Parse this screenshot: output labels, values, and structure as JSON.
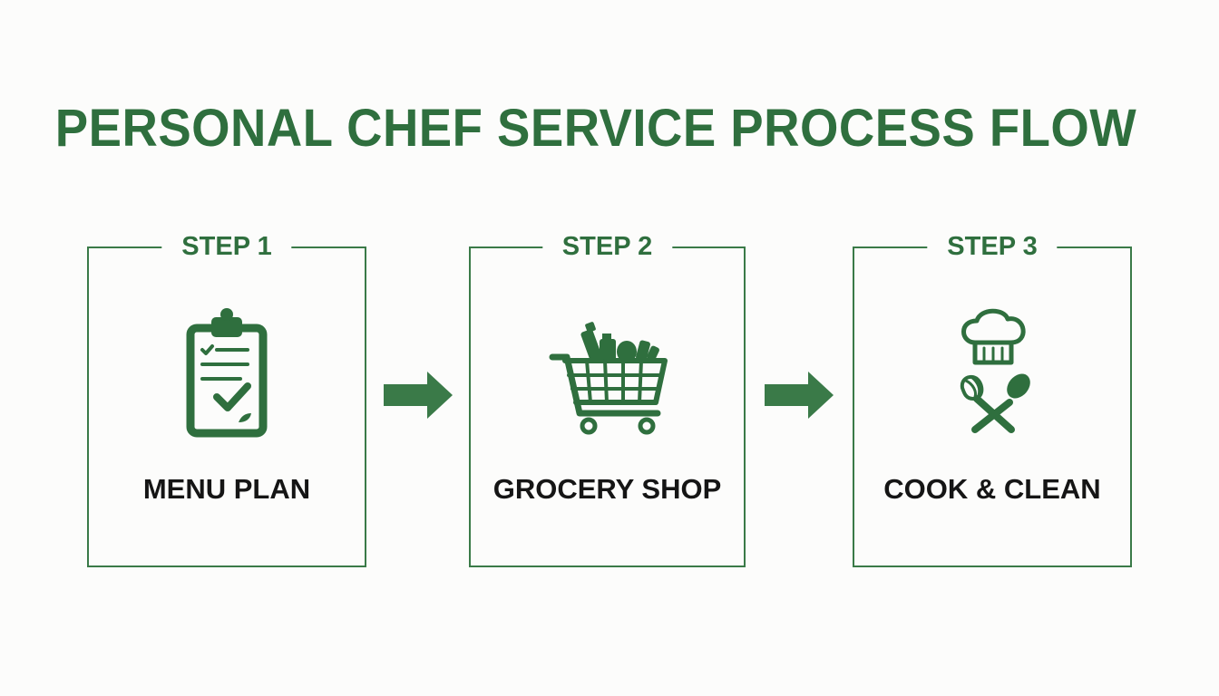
{
  "title": "PERSONAL CHEF SERVICE PROCESS FLOW",
  "colors": {
    "accent": "#2f6f3e",
    "border": "#3a7a48",
    "text": "#151515",
    "background": "#fcfcfb"
  },
  "steps": [
    {
      "label": "STEP 1",
      "name": "MENU PLAN",
      "icon": "clipboard-checklist-icon"
    },
    {
      "label": "STEP 2",
      "name": "GROCERY SHOP",
      "icon": "shopping-cart-icon"
    },
    {
      "label": "STEP 3",
      "name": "COOK & CLEAN",
      "icon": "chef-hat-utensils-icon"
    }
  ]
}
